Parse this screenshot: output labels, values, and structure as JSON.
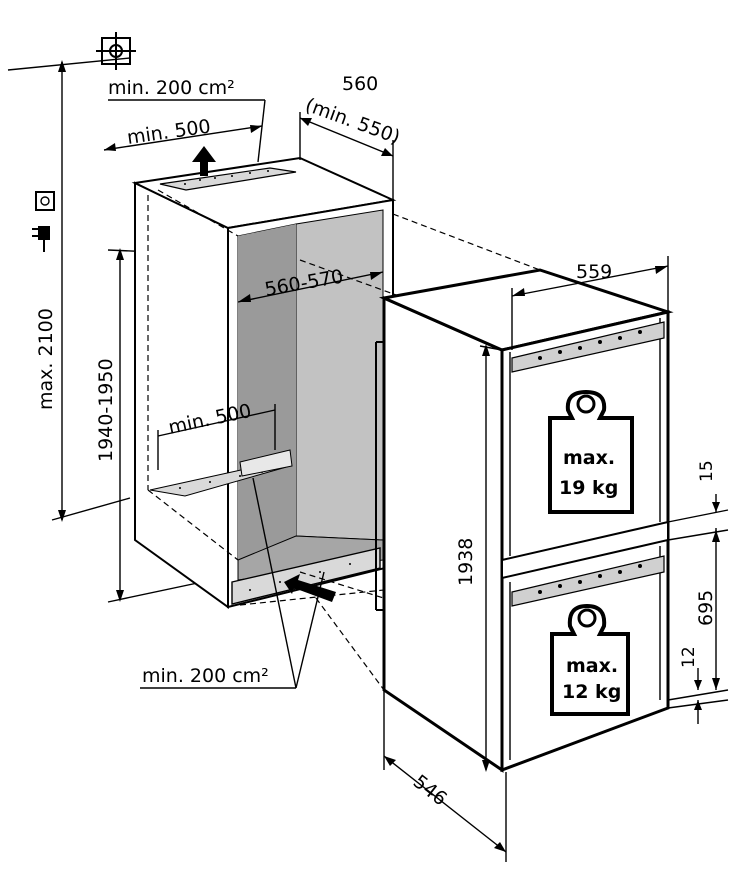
{
  "labels": {
    "vent_top_area": "min. 200 cm²",
    "niche_depth": "560",
    "niche_depth_min": "(min. 550)",
    "vent_top_width": "min. 500",
    "max_height": "max. 2100",
    "niche_height": "1940-1950",
    "niche_width": "560-570",
    "vent_bottom_width": "min. 500",
    "vent_bottom_area": "min. 200 cm²",
    "appliance_width": "559",
    "appliance_height": "1938",
    "appliance_depth": "546",
    "gap_top": "15",
    "lower_height": "695",
    "gap_bottom": "12"
  },
  "weights": {
    "upper": {
      "line1": "max.",
      "line2": "19 kg"
    },
    "lower": {
      "line1": "max.",
      "line2": "12 kg"
    }
  },
  "icons": [
    "ground-symbol-icon",
    "power-socket-icon",
    "power-plug-icon",
    "arrow-up-icon",
    "arrow-diagonal-icon",
    "weight-icon"
  ]
}
